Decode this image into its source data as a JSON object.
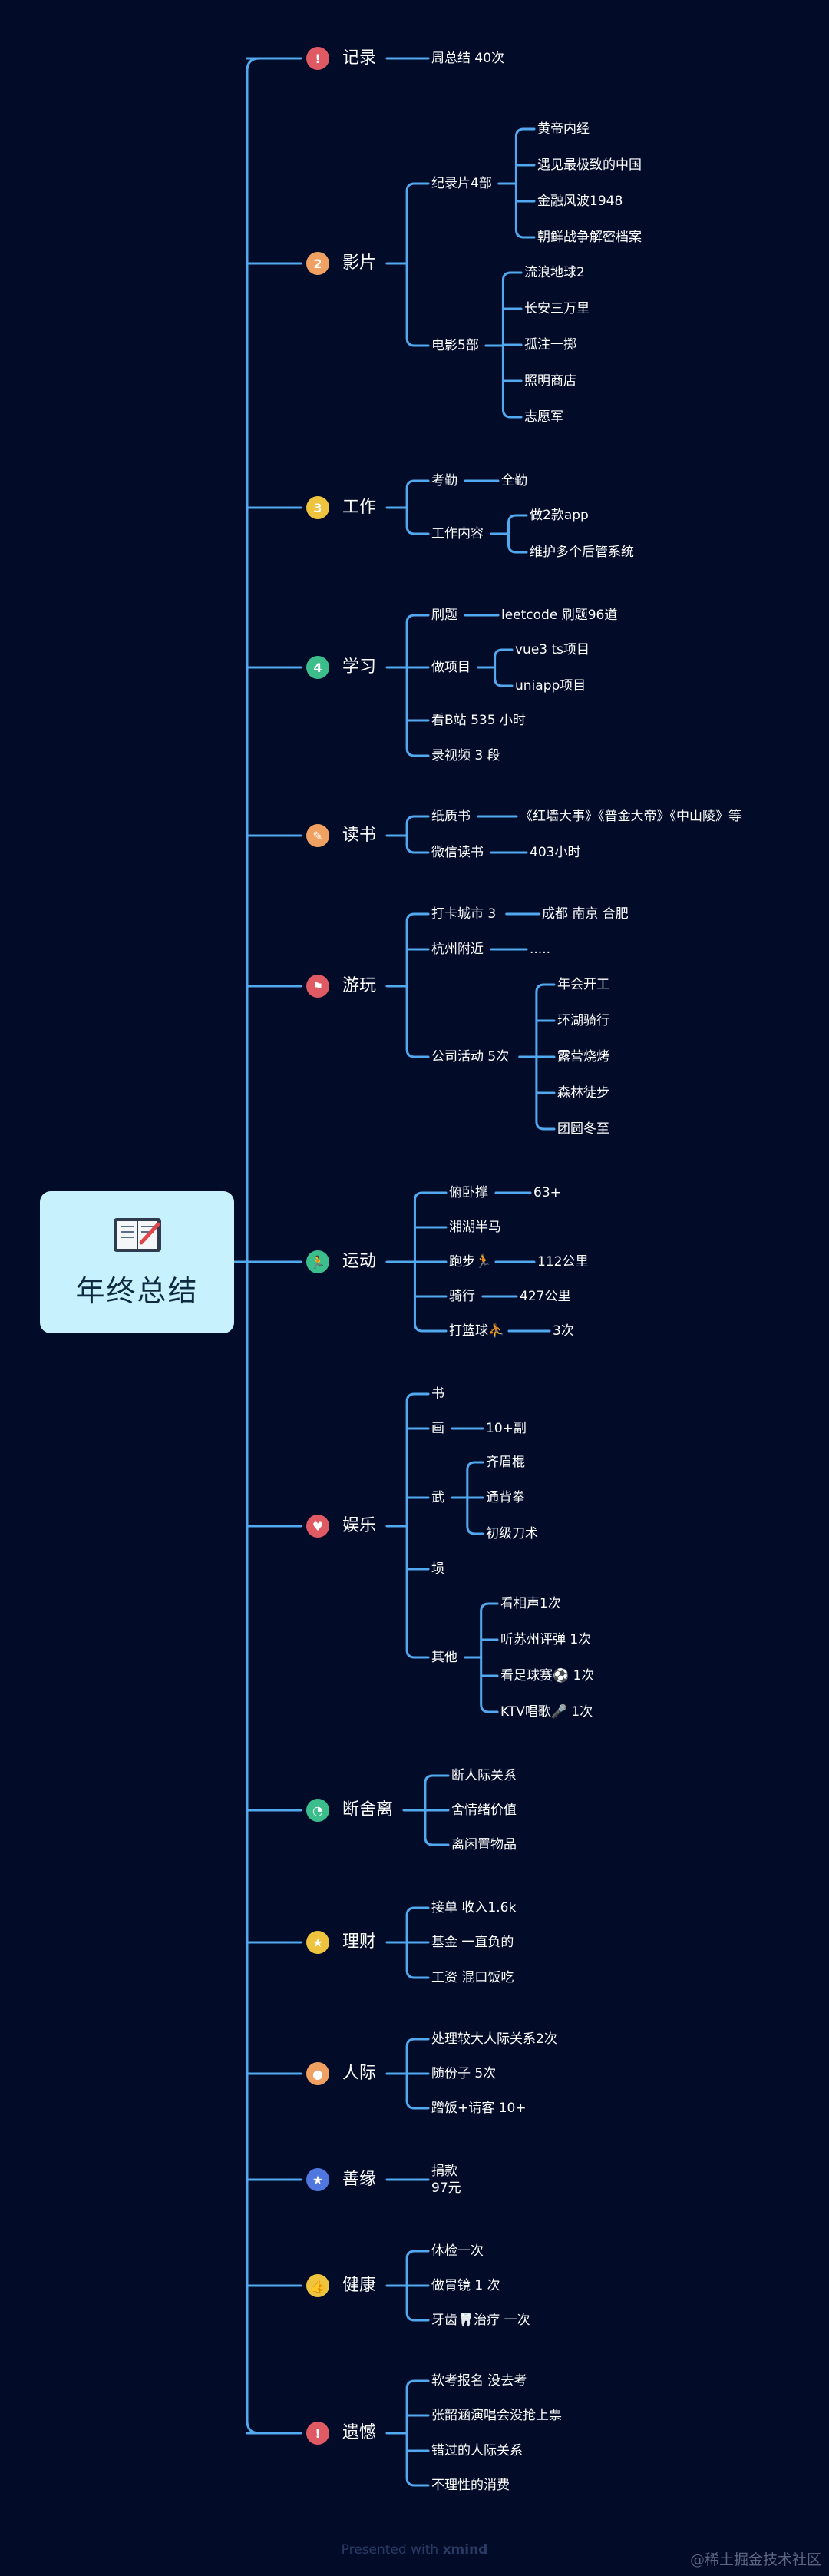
{
  "root": {
    "title": "年终总结",
    "icon": "notebook-pen-icon"
  },
  "topics": [
    {
      "title": "记录",
      "icon": "exclamation-icon",
      "glyph": "!",
      "color": "#e05a64",
      "children": [
        {
          "label": "周总结  40次"
        }
      ]
    },
    {
      "title": "影片",
      "icon": "number-2-icon",
      "glyph": "2",
      "color": "#f0a060",
      "children": [
        {
          "label": "纪录片4部",
          "children": [
            {
              "label": "黄帝内经"
            },
            {
              "label": "遇见最极致的中国"
            },
            {
              "label": "金融风波1948"
            },
            {
              "label": "朝鲜战争解密档案"
            }
          ]
        },
        {
          "label": "电影5部",
          "children": [
            {
              "label": "流浪地球2"
            },
            {
              "label": "长安三万里"
            },
            {
              "label": "孤注一掷"
            },
            {
              "label": "照明商店"
            },
            {
              "label": "志愿军"
            }
          ]
        }
      ]
    },
    {
      "title": "工作",
      "icon": "number-3-icon",
      "glyph": "3",
      "color": "#eec43e",
      "children": [
        {
          "label": "考勤",
          "children": [
            {
              "label": "全勤"
            }
          ]
        },
        {
          "label": "工作内容",
          "children": [
            {
              "label": "做2款app"
            },
            {
              "label": "维护多个后管系统"
            }
          ]
        }
      ]
    },
    {
      "title": "学习",
      "icon": "number-4-icon",
      "glyph": "4",
      "color": "#3bbd8c",
      "children": [
        {
          "label": "刷题",
          "children": [
            {
              "label": "leetcode 刷题96道"
            }
          ]
        },
        {
          "label": "做项目",
          "children": [
            {
              "label": "vue3 ts项目"
            },
            {
              "label": "uniapp项目"
            }
          ]
        },
        {
          "label": "看B站 535 小时"
        },
        {
          "label": "录视频 3 段"
        }
      ]
    },
    {
      "title": "读书",
      "icon": "pencil-icon",
      "glyph": "✎",
      "color": "#f0a060",
      "children": [
        {
          "label": "纸质书",
          "children": [
            {
              "label": "《红墙大事》《普金大帝》《中山陵》等"
            }
          ]
        },
        {
          "label": "微信读书",
          "children": [
            {
              "label": "403小时"
            }
          ]
        }
      ]
    },
    {
      "title": "游玩",
      "icon": "flag-icon",
      "glyph": "⚑",
      "color": "#e05a64",
      "children": [
        {
          "label": "打卡城市 3",
          "children": [
            {
              "label": "成都 南京 合肥"
            }
          ]
        },
        {
          "label": "杭州附近",
          "children": [
            {
              "label": "....."
            }
          ]
        },
        {
          "label": "公司活动 5次",
          "children": [
            {
              "label": "年会开工"
            },
            {
              "label": "环湖骑行"
            },
            {
              "label": "露营烧烤"
            },
            {
              "label": "森林徒步"
            },
            {
              "label": "团圆冬至"
            }
          ]
        }
      ]
    },
    {
      "title": "运动",
      "icon": "running-icon",
      "glyph": "🏃",
      "color": "#3bbd8c",
      "children": [
        {
          "label": "俯卧撑",
          "children": [
            {
              "label": "63+"
            }
          ]
        },
        {
          "label": "湘湖半马"
        },
        {
          "label": "跑步🏃",
          "children": [
            {
              "label": "112公里"
            }
          ]
        },
        {
          "label": "骑行",
          "children": [
            {
              "label": "427公里"
            }
          ]
        },
        {
          "label": "打篮球⛹",
          "children": [
            {
              "label": "3次"
            }
          ]
        }
      ]
    },
    {
      "title": "娱乐",
      "icon": "heart-icon",
      "glyph": "♥",
      "color": "#e05a64",
      "children": [
        {
          "label": "书"
        },
        {
          "label": "画",
          "children": [
            {
              "label": "10+副"
            }
          ]
        },
        {
          "label": "武",
          "children": [
            {
              "label": "齐眉棍"
            },
            {
              "label": "通背拳"
            },
            {
              "label": "初级刀术"
            }
          ]
        },
        {
          "label": "埙"
        },
        {
          "label": "其他",
          "children": [
            {
              "label": "看相声1次"
            },
            {
              "label": "听苏州评弹 1次"
            },
            {
              "label": "看足球赛⚽ 1次"
            },
            {
              "label": "KTV唱歌🎤 1次"
            }
          ]
        }
      ]
    },
    {
      "title": "断舍离",
      "icon": "pie-progress-icon",
      "glyph": "◔",
      "color": "#3bbd8c",
      "children": [
        {
          "label": "断人际关系"
        },
        {
          "label": "舍情绪价值"
        },
        {
          "label": "离闲置物品"
        }
      ]
    },
    {
      "title": "理财",
      "icon": "star-icon",
      "glyph": "★",
      "color": "#eec43e",
      "children": [
        {
          "label": "接单 收入1.6k"
        },
        {
          "label": "基金 一直负的"
        },
        {
          "label": "工资 混口饭吃"
        }
      ]
    },
    {
      "title": "人际",
      "icon": "person-icon",
      "glyph": "●",
      "color": "#f0a060",
      "children": [
        {
          "label": "处理较大人际关系2次"
        },
        {
          "label": "随份子 5次"
        },
        {
          "label": "蹭饭+请客  10+"
        }
      ]
    },
    {
      "title": "善缘",
      "icon": "star-icon",
      "glyph": "★",
      "color": "#5077e0",
      "children": [
        {
          "label": "捐款\n97元"
        }
      ]
    },
    {
      "title": "健康",
      "icon": "thumbs-up-icon",
      "glyph": "👍",
      "color": "#eec43e",
      "children": [
        {
          "label": "体检一次"
        },
        {
          "label": "做胃镜 1 次"
        },
        {
          "label": "牙齿🦷治疗 一次"
        }
      ]
    },
    {
      "title": "遗憾",
      "icon": "exclamation-icon",
      "glyph": "!",
      "color": "#e05a64",
      "children": [
        {
          "label": "软考报名  没去考"
        },
        {
          "label": "张韶涵演唱会没抢上票"
        },
        {
          "label": "错过的人际关系"
        },
        {
          "label": "不理性的消费"
        }
      ]
    }
  ],
  "footer": {
    "prefix": "Presented with ",
    "brand": "xmind"
  },
  "watermark": "@稀土掘金技术社区",
  "colors": {
    "background": "#020c29",
    "line": "#52a9f0",
    "root_fill": "#c7f1fd"
  }
}
